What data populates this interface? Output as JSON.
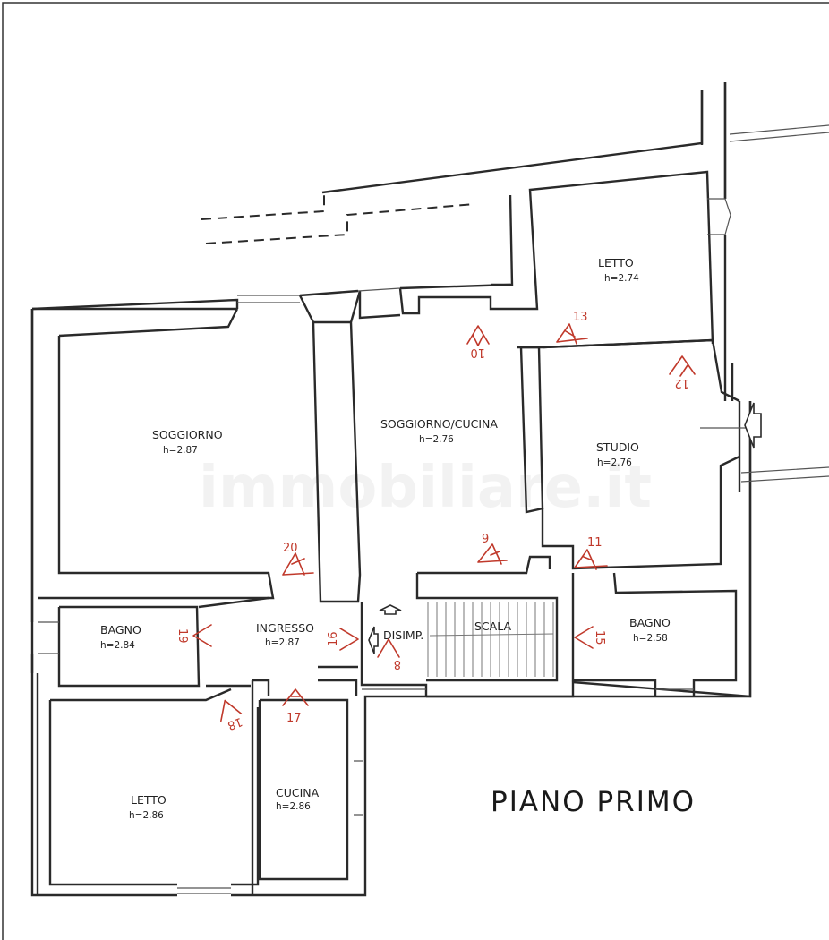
{
  "floor_title": "PIANO PRIMO",
  "watermark": "immobiliare.it",
  "rooms": {
    "soggiorno": {
      "name": "SOGGIORNO",
      "height": "h=2.87"
    },
    "soggiorno_cucina": {
      "name": "SOGGIORNO/CUCINA",
      "height": "h=2.76"
    },
    "letto_top": {
      "name": "LETTO",
      "height": "h=2.74"
    },
    "studio": {
      "name": "STUDIO",
      "height": "h=2.76"
    },
    "bagno_left": {
      "name": "BAGNO",
      "height": "h=2.84"
    },
    "ingresso": {
      "name": "INGRESSO",
      "height": "h=2.87"
    },
    "disimp": {
      "name": "DISIMP."
    },
    "scala": {
      "name": "SCALA"
    },
    "bagno_right": {
      "name": "BAGNO",
      "height": "h=2.58"
    },
    "letto_bottom": {
      "name": "LETTO",
      "height": "h=2.86"
    },
    "cucina": {
      "name": "CUCINA",
      "height": "h=2.86"
    }
  },
  "photo_markers": [
    "8",
    "9",
    "10",
    "11",
    "12",
    "13",
    "15",
    "16",
    "17",
    "18",
    "19",
    "20"
  ],
  "colors": {
    "walls": "#2a2a2a",
    "markers": "#c0392b",
    "background": "#ffffff"
  }
}
